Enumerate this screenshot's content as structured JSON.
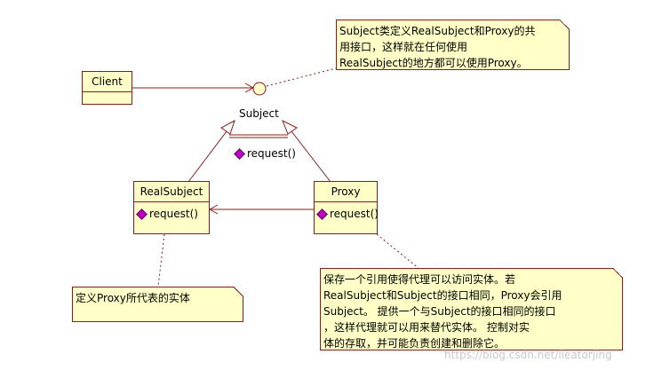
{
  "client": {
    "name": "Client"
  },
  "subject": {
    "name": "Subject",
    "operation": "request()"
  },
  "real_subject": {
    "name": "RealSubject",
    "operation": "request()"
  },
  "proxy": {
    "name": "Proxy",
    "operation": "request()"
  },
  "notes": {
    "subject_note": "Subject类定义RealSubject和Proxy的共\n用接口，这样就在任何使用\nRealSubject的地方都可以使用Proxy。",
    "proxy_note": "保存一个引用使得代理可以访问实体。若\nRealSubject和Subject的接口相同，Proxy会引用\nSubject。 提供一个与Subject的接口相同的接口\n，这样代理就可以用来替代实体。 控制对实\n体的存取，并可能负责创建和删除它。",
    "real_subject_note": "定义Proxy所代表的实体"
  },
  "watermark": "https://blog.csdn.net/lieatorjing",
  "colors": {
    "fill": "#ffffc7",
    "border": "#8b1a1a",
    "operation_icon": "#c000c0"
  }
}
